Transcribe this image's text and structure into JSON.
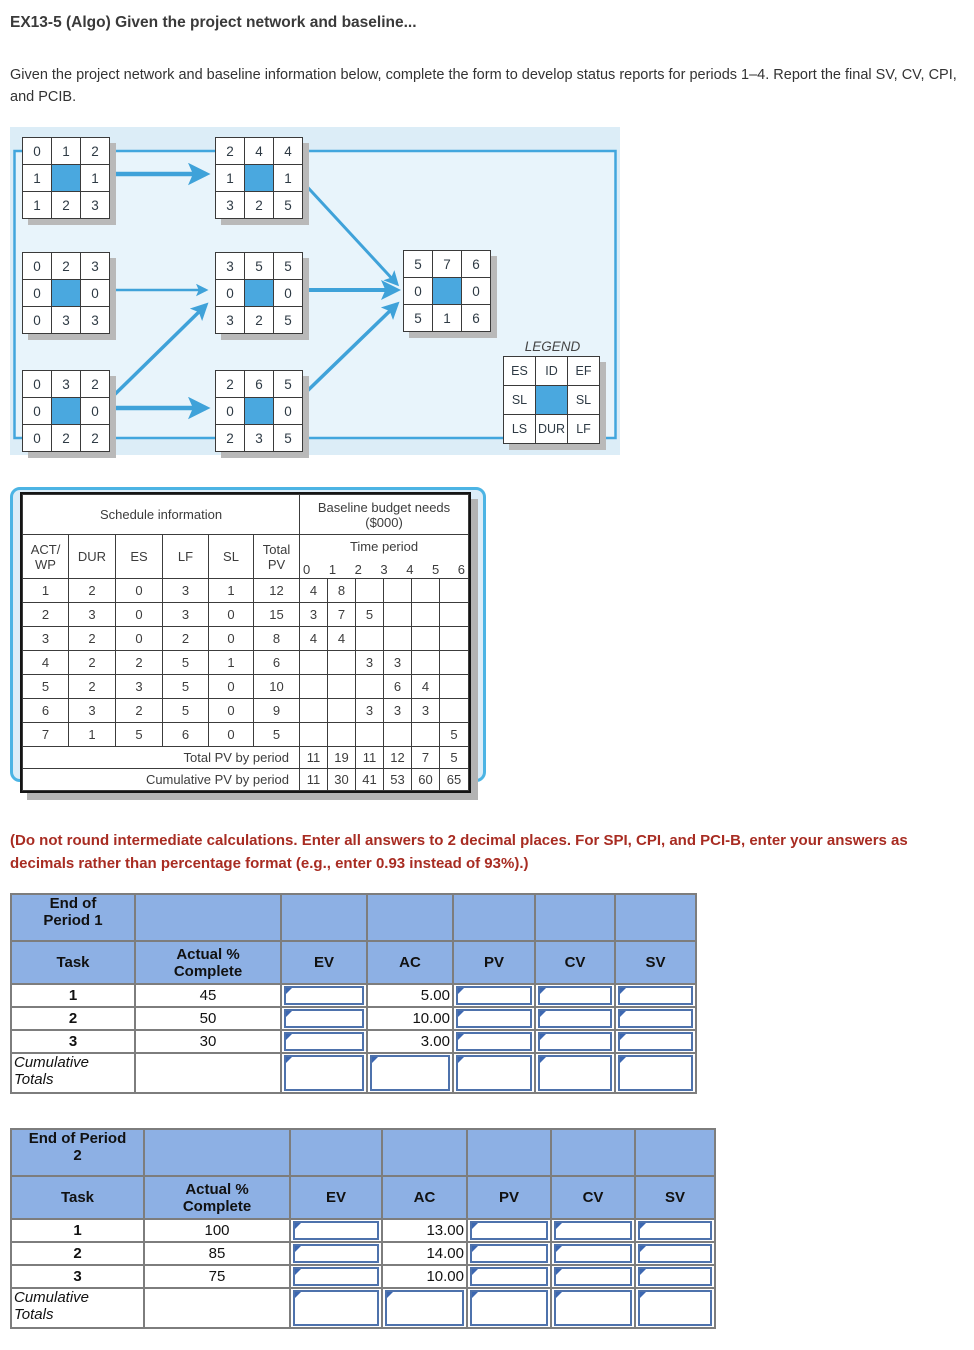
{
  "title": "EX13-5 (Algo) Given the project network and baseline...",
  "intro": "Given the project network and baseline information below, complete the form to develop status reports for periods 1–4. Report the final SV, CV, CPI, and PCIB.",
  "network": {
    "legend_title": "LEGEND",
    "legend": [
      [
        "ES",
        "ID",
        "EF"
      ],
      [
        "SL",
        "",
        "SL"
      ],
      [
        "LS",
        "DUR",
        "LF"
      ]
    ],
    "nodes": [
      {
        "grid": [
          [
            "0",
            "1",
            "2"
          ],
          [
            "1",
            "",
            "1"
          ],
          [
            "1",
            "2",
            "3"
          ]
        ]
      },
      {
        "grid": [
          [
            "2",
            "4",
            "4"
          ],
          [
            "1",
            "",
            "1"
          ],
          [
            "3",
            "2",
            "5"
          ]
        ]
      },
      {
        "grid": [
          [
            "0",
            "2",
            "3"
          ],
          [
            "0",
            "",
            "0"
          ],
          [
            "0",
            "3",
            "3"
          ]
        ]
      },
      {
        "grid": [
          [
            "3",
            "5",
            "5"
          ],
          [
            "0",
            "",
            "0"
          ],
          [
            "3",
            "2",
            "5"
          ]
        ]
      },
      {
        "grid": [
          [
            "5",
            "7",
            "6"
          ],
          [
            "0",
            "",
            "0"
          ],
          [
            "5",
            "1",
            "6"
          ]
        ]
      },
      {
        "grid": [
          [
            "0",
            "3",
            "2"
          ],
          [
            "0",
            "",
            "0"
          ],
          [
            "0",
            "2",
            "2"
          ]
        ]
      },
      {
        "grid": [
          [
            "2",
            "6",
            "5"
          ],
          [
            "0",
            "",
            "0"
          ],
          [
            "2",
            "3",
            "5"
          ]
        ]
      }
    ]
  },
  "schedule_table": {
    "header_left": "Schedule information",
    "header_right": "Baseline budget needs\n($000)",
    "col_headers": [
      "ACT/\nWP",
      "DUR",
      "ES",
      "LF",
      "SL",
      "Total\nPV"
    ],
    "time_period_label": "Time period",
    "ticks": [
      "0",
      "1",
      "2",
      "3",
      "4",
      "5",
      "6"
    ],
    "rows": [
      {
        "act": "1",
        "dur": "2",
        "es": "0",
        "lf": "3",
        "sl": "1",
        "pv": "12",
        "periods": [
          "4",
          "8",
          "",
          "",
          "",
          ""
        ]
      },
      {
        "act": "2",
        "dur": "3",
        "es": "0",
        "lf": "3",
        "sl": "0",
        "pv": "15",
        "periods": [
          "3",
          "7",
          "5",
          "",
          "",
          ""
        ]
      },
      {
        "act": "3",
        "dur": "2",
        "es": "0",
        "lf": "2",
        "sl": "0",
        "pv": "8",
        "periods": [
          "4",
          "4",
          "",
          "",
          "",
          ""
        ]
      },
      {
        "act": "4",
        "dur": "2",
        "es": "2",
        "lf": "5",
        "sl": "1",
        "pv": "6",
        "periods": [
          "",
          "",
          "3",
          "3",
          "",
          ""
        ]
      },
      {
        "act": "5",
        "dur": "2",
        "es": "3",
        "lf": "5",
        "sl": "0",
        "pv": "10",
        "periods": [
          "",
          "",
          "",
          "6",
          "4",
          ""
        ]
      },
      {
        "act": "6",
        "dur": "3",
        "es": "2",
        "lf": "5",
        "sl": "0",
        "pv": "9",
        "periods": [
          "",
          "",
          "3",
          "3",
          "3",
          ""
        ]
      },
      {
        "act": "7",
        "dur": "1",
        "es": "5",
        "lf": "6",
        "sl": "0",
        "pv": "5",
        "periods": [
          "",
          "",
          "",
          "",
          "",
          "5"
        ]
      }
    ],
    "total_label": "Total PV by period",
    "total": [
      "11",
      "19",
      "11",
      "12",
      "7",
      "5"
    ],
    "cum_label": "Cumulative PV by period",
    "cum": [
      "11",
      "30",
      "41",
      "53",
      "60",
      "65"
    ]
  },
  "note": "(Do not round intermediate calculations. Enter all answers to 2 decimal places. For SPI, CPI, and PCI-B, enter your answers as decimals rather than percentage format (e.g., enter 0.93 instead of 93%).)",
  "period_tables": [
    {
      "title": "End of\nPeriod 1",
      "columns": [
        "Task",
        "Actual %\nComplete",
        "EV",
        "AC",
        "PV",
        "CV",
        "SV"
      ],
      "rows": [
        {
          "task": "1",
          "pct": "45",
          "ac": "5.00"
        },
        {
          "task": "2",
          "pct": "50",
          "ac": "10.00"
        },
        {
          "task": "3",
          "pct": "30",
          "ac": "3.00"
        }
      ],
      "cumulative_label": "Cumulative\nTotals"
    },
    {
      "title": "End of Period\n2",
      "columns": [
        "Task",
        "Actual %\nComplete",
        "EV",
        "AC",
        "PV",
        "CV",
        "SV"
      ],
      "rows": [
        {
          "task": "1",
          "pct": "100",
          "ac": "13.00"
        },
        {
          "task": "2",
          "pct": "85",
          "ac": "14.00"
        },
        {
          "task": "3",
          "pct": "75",
          "ac": "10.00"
        }
      ],
      "cumulative_label": "Cumulative\nTotals"
    }
  ],
  "colors": {
    "accent_blue": "#3fa2d9",
    "node_fill": "#4aa8df",
    "panel_bg": "#dcedf7",
    "table_header_blue": "#8db0e4",
    "input_border": "#4e72ac",
    "note_red": "#a82c22"
  }
}
